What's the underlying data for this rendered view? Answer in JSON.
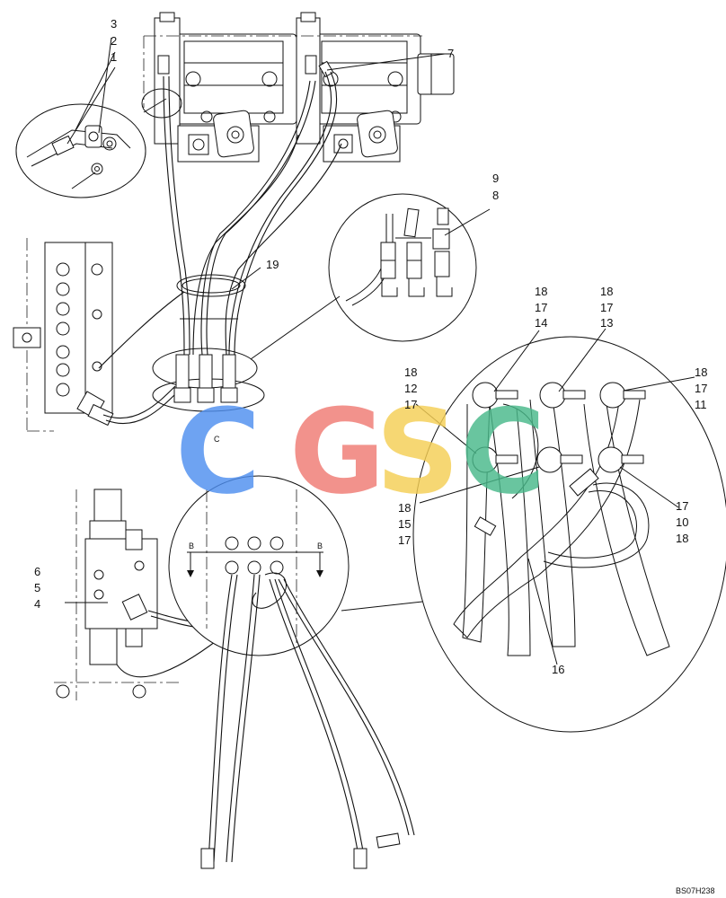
{
  "drawing_code": "BS07H238",
  "watermark": {
    "letters": [
      "C",
      "G",
      "S",
      "C"
    ],
    "colors": [
      "#4f8ff0",
      "#f07b73",
      "#f5cf55",
      "#49b98a"
    ]
  },
  "view_markers": {
    "section_left": "B",
    "section_right": "B",
    "small_c": "C"
  },
  "callouts": {
    "c1": "1",
    "c2": "2",
    "c3": "3",
    "c4": "4",
    "c5": "5",
    "c6": "6",
    "c7": "7",
    "c8": "8",
    "c9": "9",
    "c19": "19",
    "d1_1": "18",
    "d1_2": "17",
    "d1_3": "14",
    "d2_1": "18",
    "d2_2": "17",
    "d2_3": "13",
    "d3_1": "18",
    "d3_2": "17",
    "d3_3": "11",
    "d4_1": "18",
    "d4_2": "12",
    "d4_3": "17",
    "d5_1": "18",
    "d5_2": "15",
    "d5_3": "17",
    "d6_1": "17",
    "d6_2": "10",
    "d6_3": "18",
    "c16": "16"
  }
}
